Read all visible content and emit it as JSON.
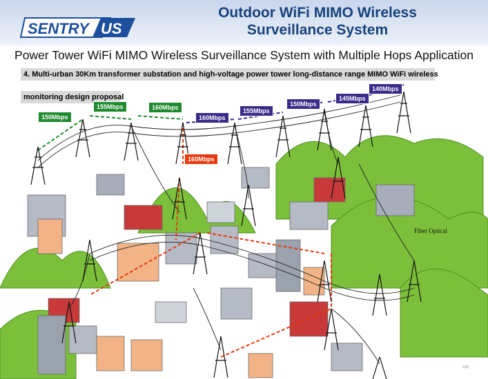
{
  "header": {
    "logo_text": "SENTRY US",
    "title_line1": "Outdoor WiFi MIMO Wireless",
    "title_line2": "Surveillance System"
  },
  "subtitle": "Power Tower WiFi MIMO Wireless Surveillance System with Multiple Hops Application",
  "proposal": {
    "line1": "4. Multi-urban 30Km transformer substation and high-voltage power tower long-distance range MIMO WiFi wireless",
    "line2": "monitoring design proposal"
  },
  "rates": [
    {
      "label": "150Mbps",
      "color": "green"
    },
    {
      "label": "155Mbps",
      "color": "green"
    },
    {
      "label": "160Mbps",
      "color": "green"
    },
    {
      "label": "160Mbps",
      "color": "purple"
    },
    {
      "label": "155Mbps",
      "color": "purple"
    },
    {
      "label": "150Mbps",
      "color": "purple"
    },
    {
      "label": "145Mbps",
      "color": "purple"
    },
    {
      "label": "140Mbps",
      "color": "purple"
    },
    {
      "label": "160Mbps",
      "color": "red"
    }
  ],
  "annotation": "Fiber Optical",
  "colors": {
    "title": "#17427c",
    "logo": "#1d4f9c",
    "green": "#1f8a2e",
    "purple": "#3a2a8a",
    "red": "#e8380e",
    "hill": "#7bbf3a"
  },
  "nav_icon": "next-slide-icon"
}
